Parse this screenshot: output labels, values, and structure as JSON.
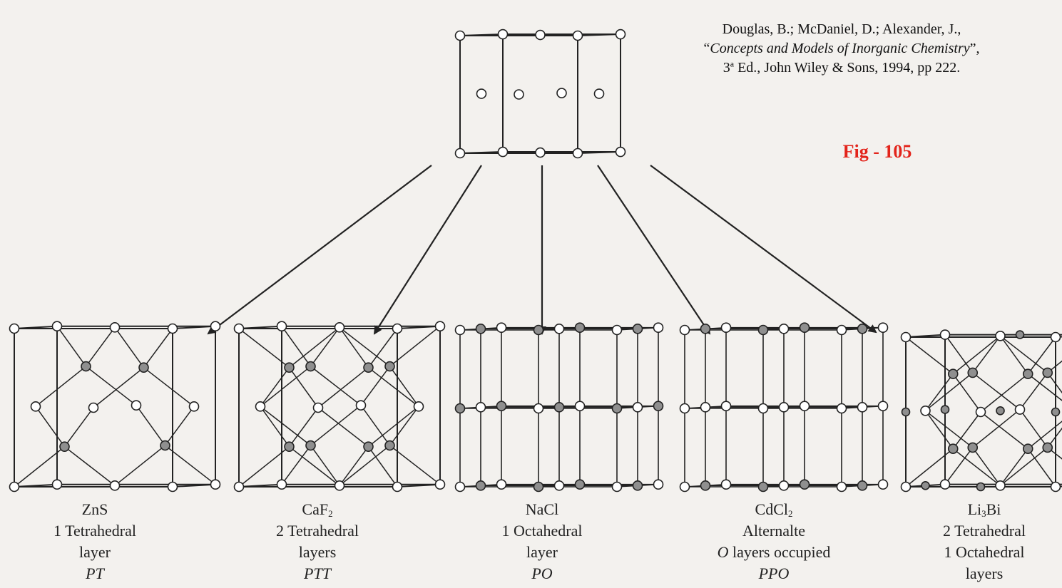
{
  "citation": {
    "authors": "Douglas, B.; McDaniel, D.; Alexander, J.,",
    "title": "Concepts and Models of Inorganic Chemistry",
    "edition_number": "3",
    "edition_ordinal": "a",
    "details": " Ed., John Wiley & Sons, 1994, pp 222."
  },
  "figure_label": "Fig - 105",
  "structures": [
    {
      "formula_parts": [
        "ZnS"
      ],
      "subscripts": [],
      "line2": "1 Tetrahedral",
      "line3": "layer",
      "line4": "PT",
      "line4_italic": true
    },
    {
      "formula_parts": [
        "CaF",
        ""
      ],
      "subscripts": [
        "2"
      ],
      "line2": "2 Tetrahedral",
      "line3": "layers",
      "line4": "PTT",
      "line4_italic": true
    },
    {
      "formula_parts": [
        "NaCl"
      ],
      "subscripts": [],
      "line2": "1 Octahedral",
      "line3": "layer",
      "line4": "PO",
      "line4_italic": true
    },
    {
      "formula_parts": [
        "CdCl",
        ""
      ],
      "subscripts": [
        "2"
      ],
      "line2": "Alternalte",
      "line3_italic_prefix": "O",
      "line3": " layers occupied",
      "line4": "PPO",
      "line4_italic": true
    },
    {
      "formula_parts": [
        "Li",
        "Bi"
      ],
      "subscripts": [
        "3"
      ],
      "line2": "2 Tetrahedral",
      "line3": "1 Octahedral",
      "line4": "layers",
      "line4_italic": false
    }
  ],
  "colors": {
    "figure_label": "#e3241b",
    "background": "#f3f1ee",
    "line": "#222222",
    "filled_atom": "#8f8f8f"
  }
}
